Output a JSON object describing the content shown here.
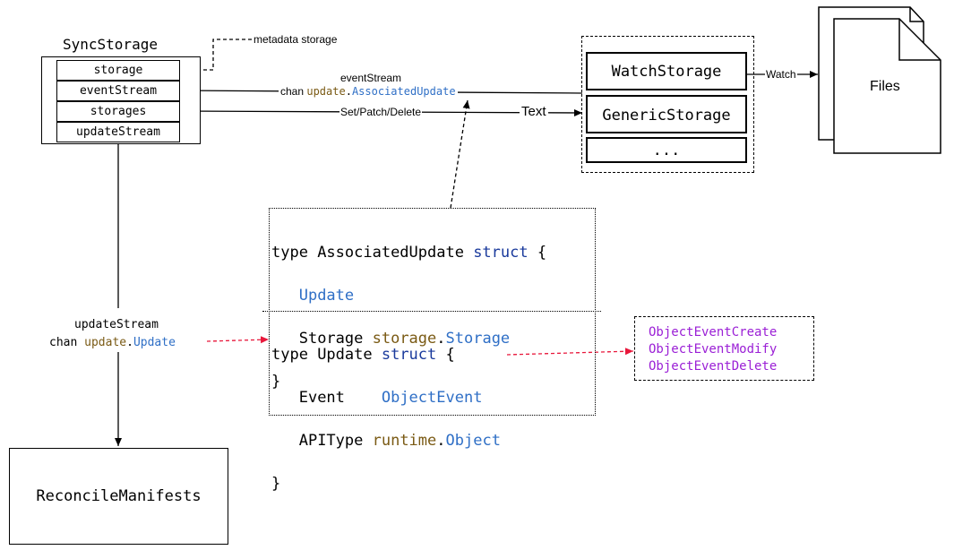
{
  "sync_storage": {
    "title": "SyncStorage",
    "fields": [
      "storage",
      "eventStream",
      "storages",
      "updateStream"
    ]
  },
  "labels": {
    "metadata_storage": "metadata storage",
    "event_stream": "eventStream",
    "event_stream_chan_prefix": "chan ",
    "event_stream_pkg": "update",
    "event_stream_dot": ".",
    "event_stream_type": "AssociatedUpdate",
    "set_patch_delete": "Set/Patch/Delete",
    "text": "Text",
    "watch": "Watch",
    "update_stream": "updateStream",
    "update_stream_chan_prefix": "chan ",
    "update_stream_pkg": "update",
    "update_stream_dot": ".",
    "update_stream_type": "Update"
  },
  "storages": [
    "WatchStorage",
    "GenericStorage",
    "..."
  ],
  "files": {
    "label": "Files"
  },
  "reconcile": {
    "label": "ReconcileManifests"
  },
  "associated_update_struct": {
    "l1_type": "type ",
    "l1_name": "AssociatedUpdate ",
    "l1_struct": "struct",
    "l1_brace": " {",
    "l2_field": "Update",
    "l3_field": "Storage ",
    "l3_pkg": "storage",
    "l3_dot": ".",
    "l3_type": "Storage",
    "l4": "}"
  },
  "update_struct": {
    "l1_type": "type ",
    "l1_name": "Update ",
    "l1_struct": "struct",
    "l1_brace": " {",
    "l2_field": "Event    ",
    "l2_type": "ObjectEvent",
    "l3_field": "APIType ",
    "l3_pkg": "runtime",
    "l3_dot": ".",
    "l3_type": "Object",
    "l4": "}"
  },
  "object_events": [
    "ObjectEventCreate",
    "ObjectEventModify",
    "ObjectEventDelete"
  ],
  "colors": {
    "keyword": "#1a3a9c",
    "type": "#2f6fc6",
    "package": "#7a5a14",
    "event_const": "#9b20d6",
    "red_arrow": "#e8173b"
  }
}
